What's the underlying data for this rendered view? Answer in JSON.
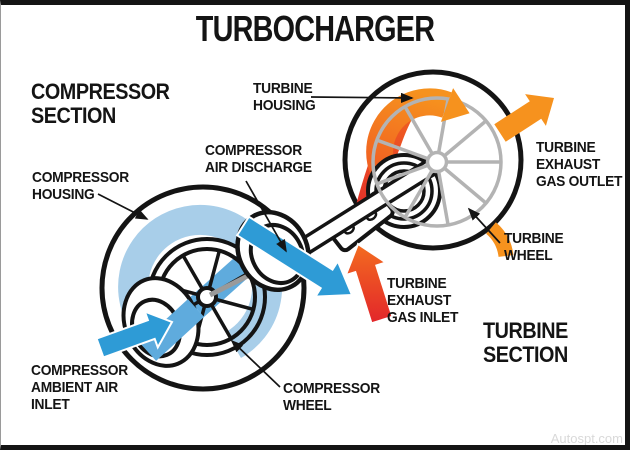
{
  "title": "TURBOCHARGER",
  "watermark": "Autospt.com",
  "labels": {
    "compressor_section": "COMPRESSOR\nSECTION",
    "turbine_section": "TURBINE\nSECTION",
    "compressor_housing": "COMPRESSOR\nHOUSING",
    "compressor_ambient_air_inlet": "COMPRESSOR\nAMBIENT AIR\nINLET",
    "compressor_air_discharge": "COMPRESSOR\nAIR DISCHARGE",
    "compressor_wheel": "COMPRESSOR\nWHEEL",
    "turbine_housing": "TURBINE\nHOUSING",
    "turbine_exhaust_gas_outlet": "TURBINE\nEXHAUST\nGAS OUTLET",
    "turbine_wheel": "TURBINE\nWHEEL",
    "turbine_exhaust_gas_inlet": "TURBINE\nEXHAUST\nGAS INLET"
  },
  "colors": {
    "outline_black": "#141414",
    "intake_air_blue": "#2E9BD6",
    "intake_air_light_blue": "#A8CEE9",
    "intake_air_mid_blue": "#5FABDD",
    "exhaust_orange": "#F6921E",
    "exhaust_red": "#E2242B",
    "wheel_gray": "#B3B3B3"
  }
}
